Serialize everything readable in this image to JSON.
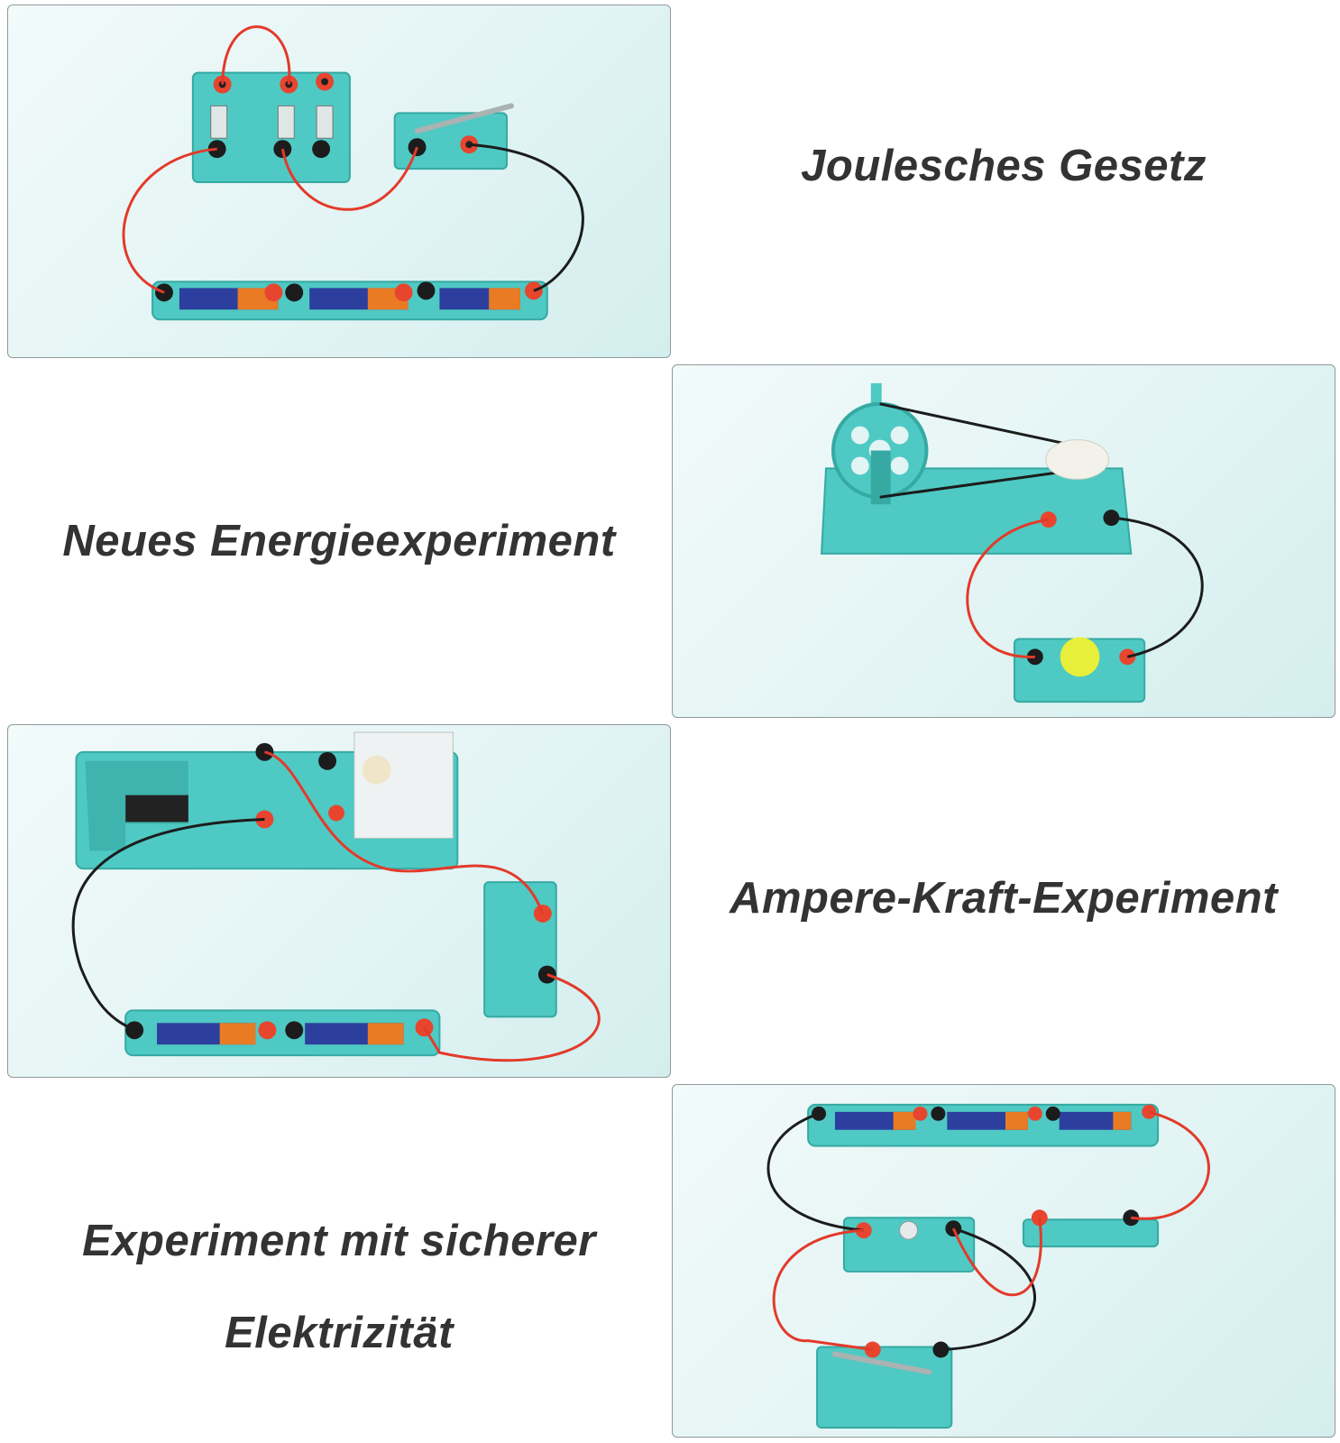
{
  "captions": {
    "joule": "Joulesches Gesetz",
    "energy": "Neues Energieexperiment",
    "ampere": "Ampere-Kraft-Experiment",
    "safety_line1": "Experiment mit sicherer",
    "safety_line2": "Elektrizität"
  },
  "colors": {
    "base_teal": "#4fc9c3",
    "base_teal_dark": "#36a9a3",
    "wire_red": "#e33a2a",
    "wire_black": "#1c1c1c",
    "terminal_red": "#e8452f",
    "battery_blue": "#2c3f9e",
    "battery_orange": "#e87b24",
    "fan_yellow": "#e8ef3a",
    "caption_text": "#333333"
  }
}
